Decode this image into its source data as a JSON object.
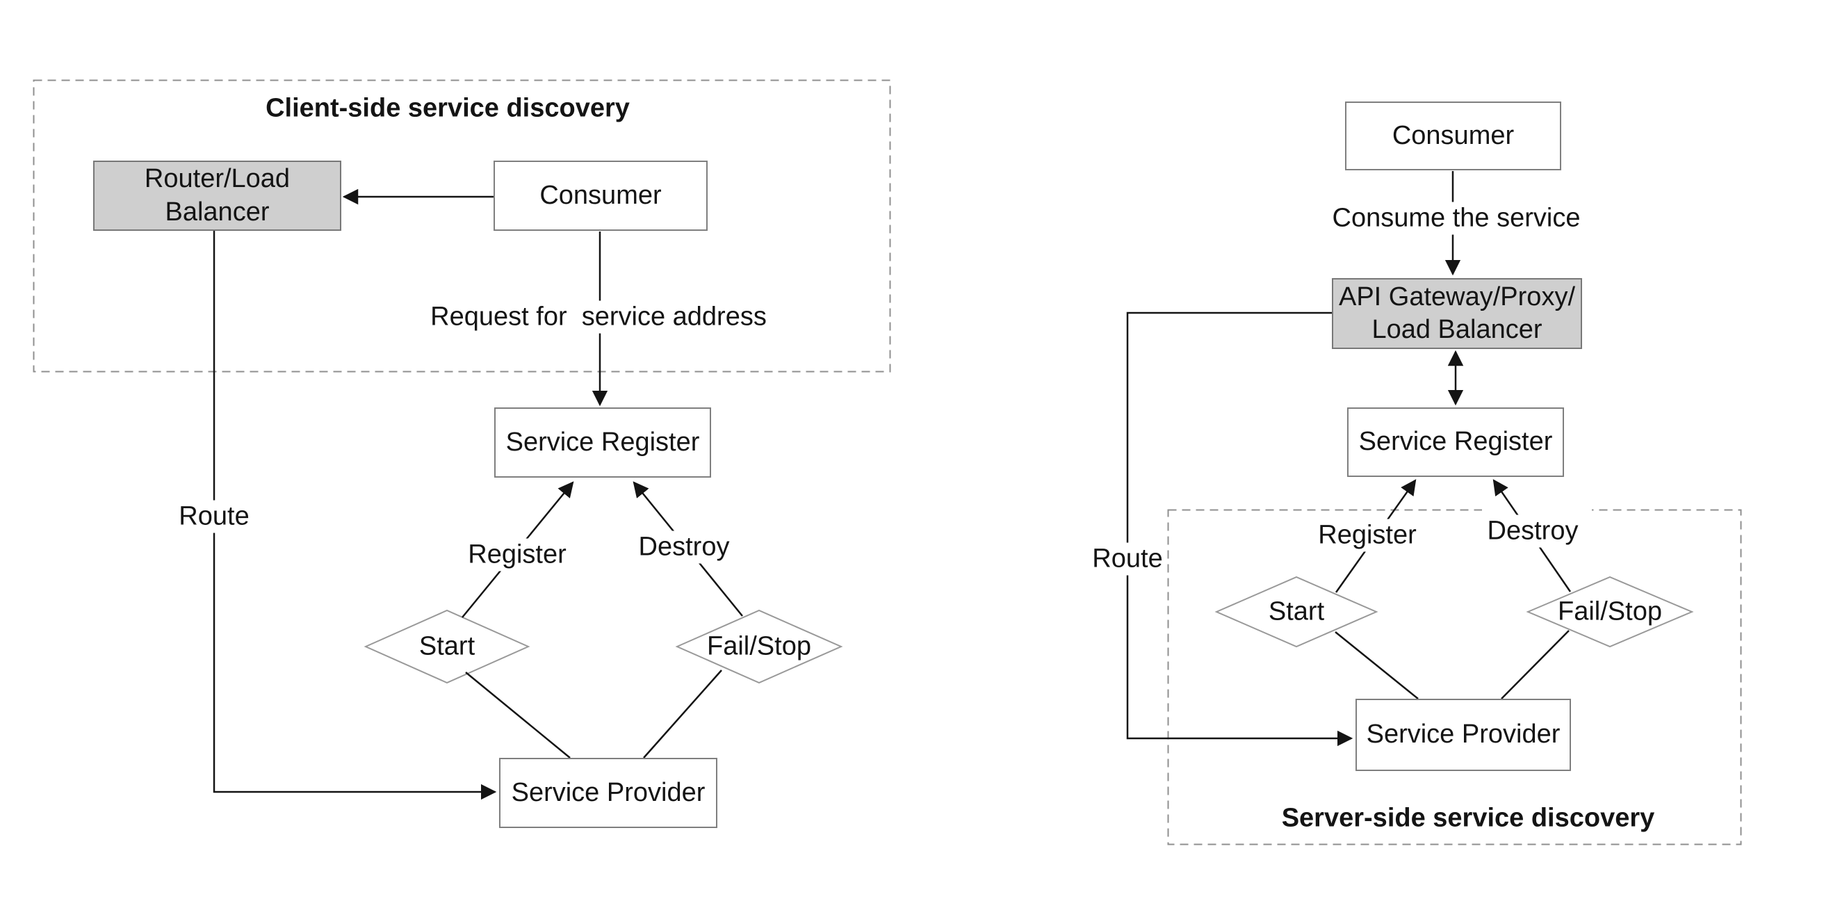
{
  "colors": {
    "line": "#141414",
    "box_border": "#7f7f7f",
    "gray_node_fill": "#cfcfcf",
    "gray_node_border": "#787878",
    "diamond_border": "#999999",
    "dashed_zone_border": "#8f8f8f",
    "text": "#141414"
  },
  "left": {
    "title": "Client-side service discovery",
    "nodes": {
      "router": {
        "lines": [
          "Router/Load",
          "Balancer"
        ]
      },
      "consumer": {
        "label": "Consumer"
      },
      "service_register": {
        "label": "Service Register"
      },
      "service_provider": {
        "label": "Service Provider"
      }
    },
    "diamonds": {
      "start": "Start",
      "fail_stop": "Fail/Stop"
    },
    "edge_labels": {
      "request": "Request for  service address",
      "route": "Route",
      "register": "Register",
      "destroy": "Destroy"
    }
  },
  "right": {
    "title": "Server-side service discovery",
    "nodes": {
      "consumer": {
        "label": "Consumer"
      },
      "gateway": {
        "lines": [
          "API Gateway/Proxy/",
          "Load Balancer"
        ]
      },
      "service_register": {
        "label": "Service Register"
      },
      "service_provider": {
        "label": "Service Provider"
      }
    },
    "diamonds": {
      "start": "Start",
      "fail_stop": "Fail/Stop"
    },
    "edge_labels": {
      "consume": "Consume the service",
      "route": "Route",
      "register": "Register",
      "destroy": "Destroy"
    }
  }
}
